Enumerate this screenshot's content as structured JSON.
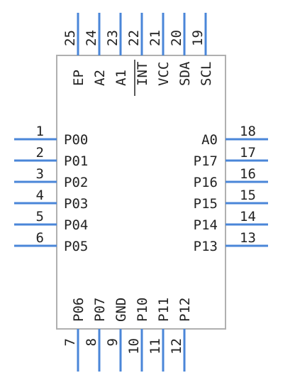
{
  "component": {
    "body_stroke": "#b0b0b0",
    "pin_color": "#4a86d8",
    "text_color": "#222222"
  },
  "pins": {
    "left": [
      {
        "number": "1",
        "label": "P00"
      },
      {
        "number": "2",
        "label": "P01"
      },
      {
        "number": "3",
        "label": "P02"
      },
      {
        "number": "4",
        "label": "P03"
      },
      {
        "number": "5",
        "label": "P04"
      },
      {
        "number": "6",
        "label": "P05"
      }
    ],
    "bottom": [
      {
        "number": "7",
        "label": "P06"
      },
      {
        "number": "8",
        "label": "P07"
      },
      {
        "number": "9",
        "label": "GND"
      },
      {
        "number": "10",
        "label": "P10"
      },
      {
        "number": "11",
        "label": "P11"
      },
      {
        "number": "12",
        "label": "P12"
      }
    ],
    "right": [
      {
        "number": "18",
        "label": "A0"
      },
      {
        "number": "17",
        "label": "P17"
      },
      {
        "number": "16",
        "label": "P16"
      },
      {
        "number": "15",
        "label": "P15"
      },
      {
        "number": "14",
        "label": "P14"
      },
      {
        "number": "13",
        "label": "P13"
      }
    ],
    "top": [
      {
        "number": "25",
        "label": "EP"
      },
      {
        "number": "24",
        "label": "A2"
      },
      {
        "number": "23",
        "label": "A1"
      },
      {
        "number": "22",
        "label": "INT",
        "overline": true
      },
      {
        "number": "21",
        "label": "VCC"
      },
      {
        "number": "20",
        "label": "SDA"
      },
      {
        "number": "19",
        "label": "SCL"
      }
    ]
  }
}
